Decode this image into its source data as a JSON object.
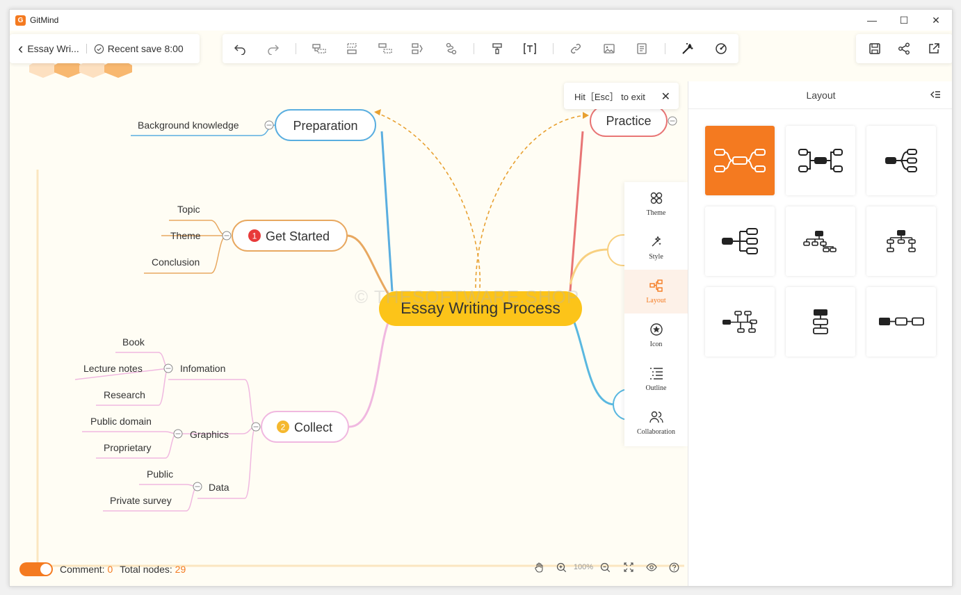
{
  "window": {
    "app_name": "GitMind",
    "minimize": "—",
    "maximize": "☐",
    "close": "✕"
  },
  "doc": {
    "back": "‹",
    "title": "Essay Wri...",
    "save_status": "Recent save 8:00"
  },
  "esc_tip": {
    "text": "Hit［Esc］ to exit",
    "close": "✕"
  },
  "mindmap": {
    "root": "Essay Writing Process",
    "preparation": {
      "label": "Preparation",
      "children": [
        "Background knowledge"
      ]
    },
    "get_started": {
      "badge": "1",
      "label": "Get Started",
      "children": [
        "Topic",
        "Theme",
        "Conclusion"
      ]
    },
    "collect": {
      "badge": "2",
      "label": "Collect",
      "infomation": {
        "label": "Infomation",
        "children": [
          "Book",
          "Lecture notes",
          "Research"
        ]
      },
      "graphics": {
        "label": "Graphics",
        "children": [
          "Public domain",
          "Proprietary"
        ]
      },
      "data": {
        "label": "Data",
        "children": [
          "Public",
          "Private survey"
        ]
      }
    },
    "practice": {
      "label": "Practice"
    }
  },
  "side_toolbar": {
    "items": [
      {
        "id": "theme",
        "label": "Theme"
      },
      {
        "id": "style",
        "label": "Style"
      },
      {
        "id": "layout",
        "label": "Layout"
      },
      {
        "id": "icon",
        "label": "Icon"
      },
      {
        "id": "outline",
        "label": "Outline"
      },
      {
        "id": "collaboration",
        "label": "Collaboration"
      }
    ]
  },
  "layout_panel": {
    "title": "Layout",
    "selected_index": 0
  },
  "status": {
    "comment_label": "Comment:",
    "comment_count": "0",
    "nodes_label": "Total nodes:",
    "nodes_count": "29"
  },
  "zoom": {
    "level": "100%"
  },
  "watermark": "© THESOFTWARE.SHOP",
  "colors": {
    "accent": "#f47a20",
    "root": "#fcc419",
    "preparation": "#5aaee0",
    "get_started": "#e8a860",
    "collect": "#f0b8e0",
    "practice": "#e87575",
    "relation": "#e8a030"
  }
}
